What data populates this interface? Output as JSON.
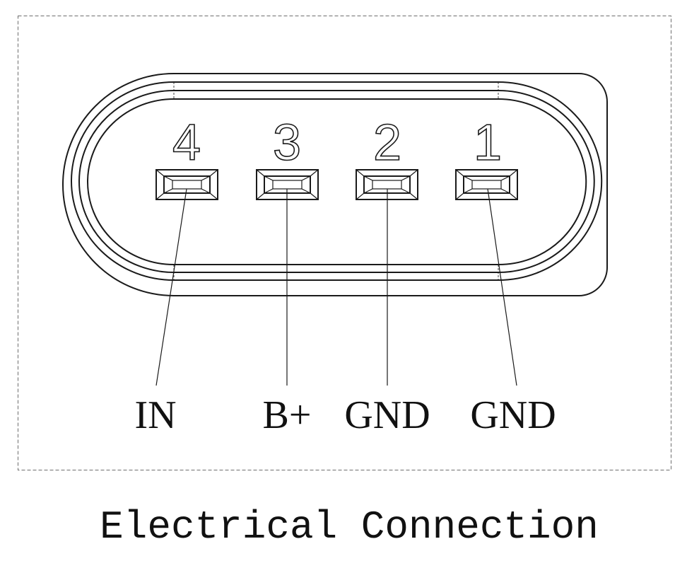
{
  "title": "Electrical Connection",
  "connector": {
    "pins": [
      {
        "number": "4",
        "signal": "IN"
      },
      {
        "number": "3",
        "signal": "B+"
      },
      {
        "number": "2",
        "signal": "GND"
      },
      {
        "number": "1",
        "signal": "GND"
      }
    ]
  },
  "colors": {
    "line": "#1a1a1a",
    "frame": "#6e6e6e",
    "background": "#ffffff"
  }
}
